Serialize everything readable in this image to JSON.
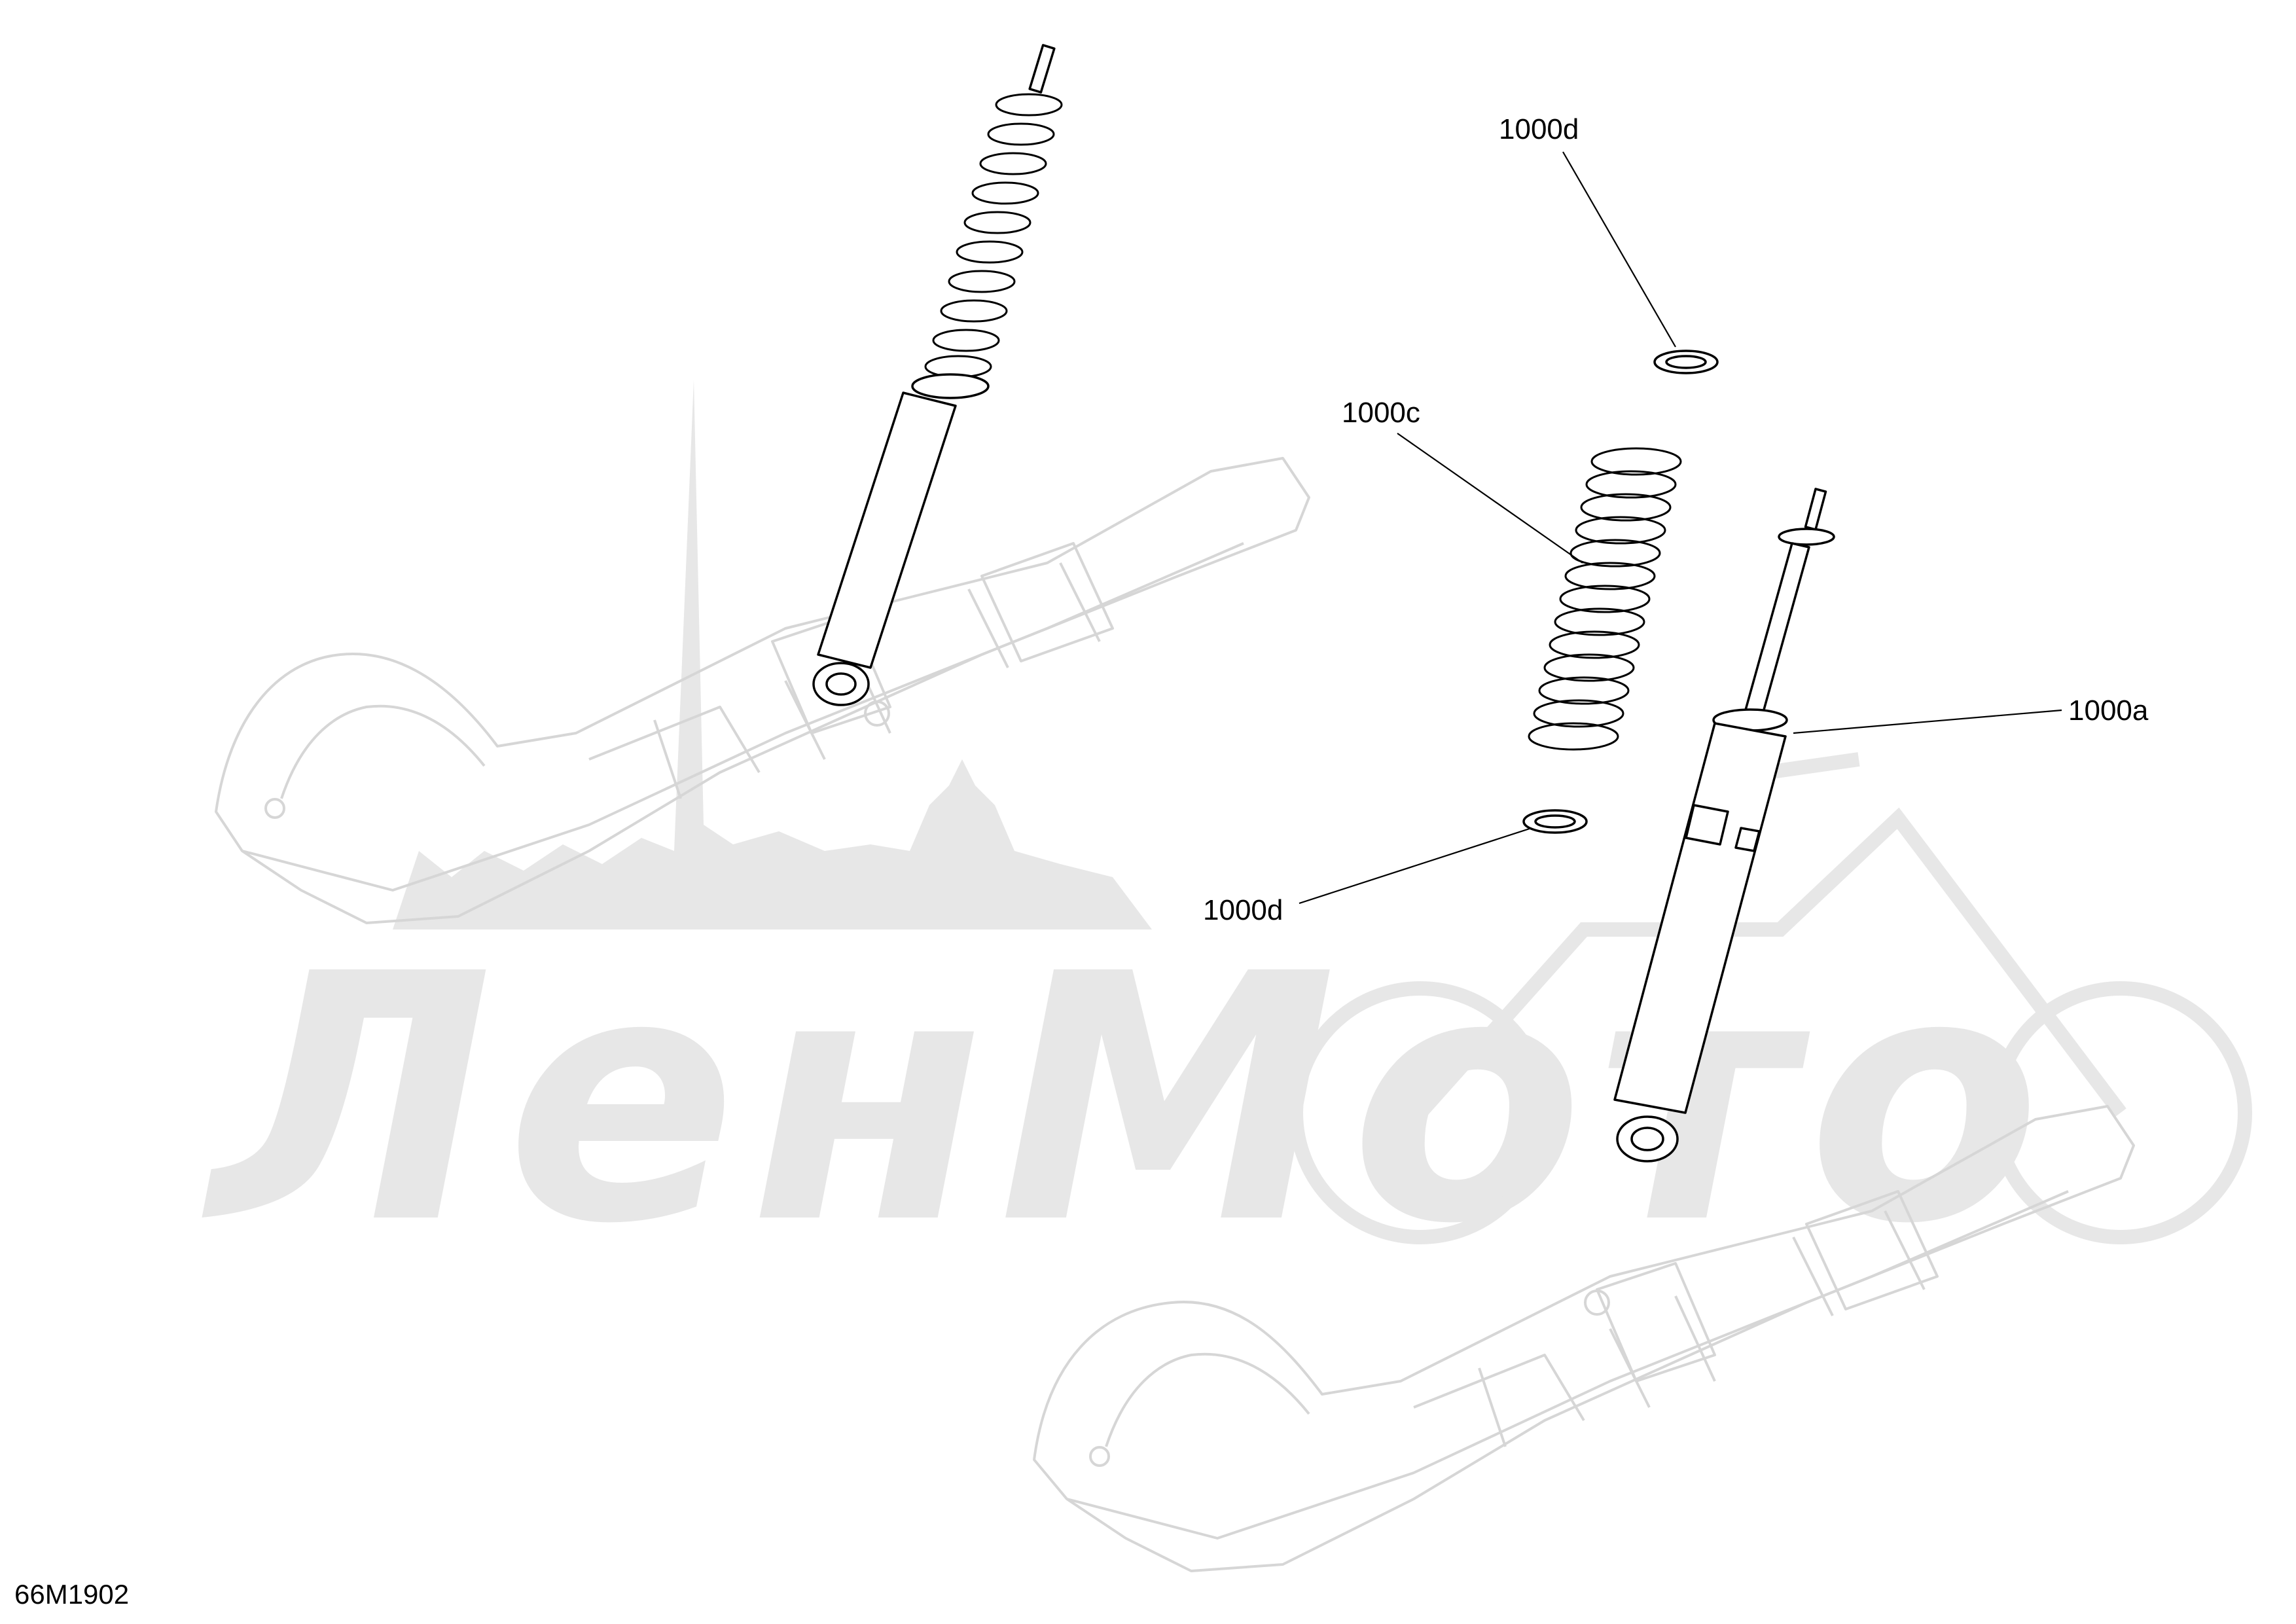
{
  "watermark": {
    "text": "ЛенМото"
  },
  "callouts": {
    "spring_stop_top": "1000d",
    "spring": "1000c",
    "shock": "1000a",
    "spring_stop_bottom": "1000d"
  },
  "figure_id": "66M1902"
}
